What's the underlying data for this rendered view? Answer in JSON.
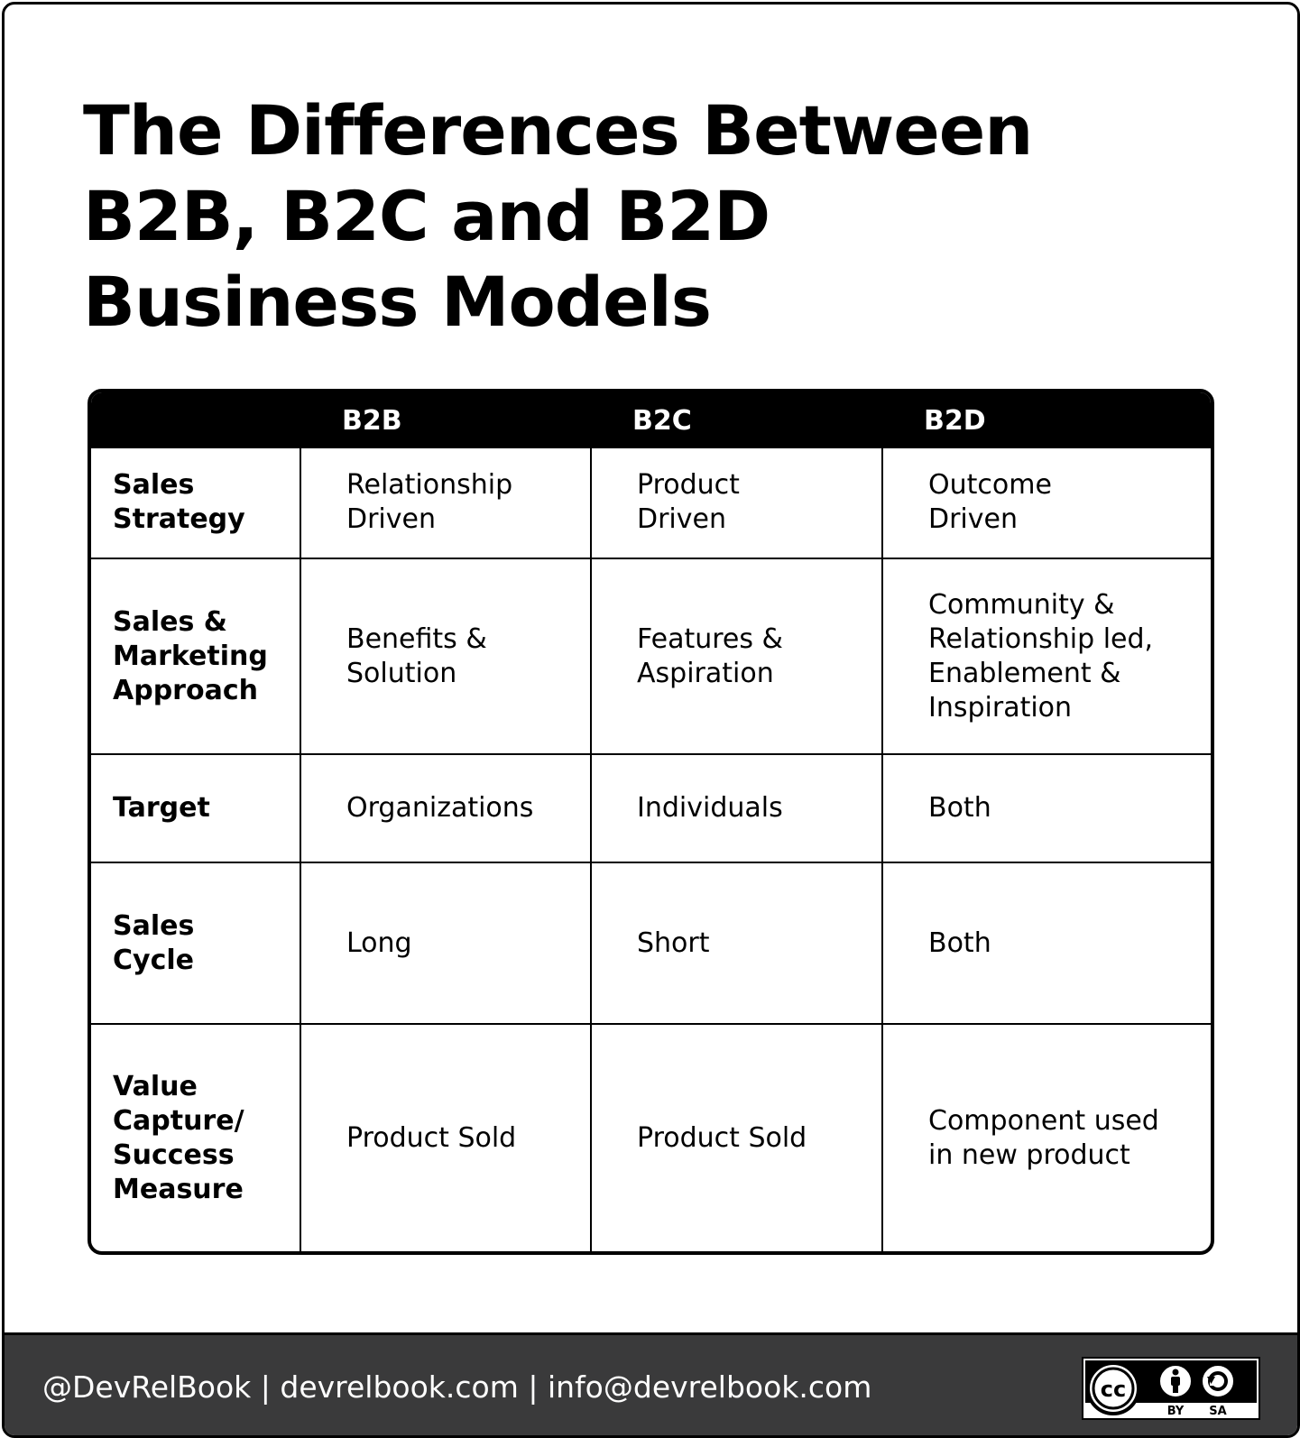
{
  "title": {
    "line1": "The Differences Between",
    "line2": "B2B, B2C and B2D",
    "line3": "Business Models"
  },
  "table": {
    "headers": [
      "",
      "B2B",
      "B2C",
      "B2D"
    ],
    "rows": [
      {
        "label": "Sales\nStrategy",
        "b2b": "Relationship\nDriven",
        "b2c": "Product\nDriven",
        "b2d": "Outcome\nDriven"
      },
      {
        "label": "Sales &\nMarketing\nApproach",
        "b2b": "Benefits &\nSolution",
        "b2c": "Features &\nAspiration",
        "b2d": "Community &\nRelationship led,\nEnablement &\nInspiration"
      },
      {
        "label": "Target",
        "b2b": "Organizations",
        "b2c": "Individuals",
        "b2d": "Both"
      },
      {
        "label": "Sales\nCycle",
        "b2b": "Long",
        "b2c": "Short",
        "b2d": "Both"
      },
      {
        "label": "Value\nCapture/\nSuccess\nMeasure",
        "b2b": "Product Sold",
        "b2c": "Product Sold",
        "b2d": "Component used\nin new product"
      }
    ]
  },
  "footer": {
    "text": "@DevRelBook  |  devrelbook.com  |  info@devrelbook.com",
    "license": {
      "cc": "cc",
      "by": "BY",
      "sa": "SA",
      "icons": [
        "cc-icon",
        "attribution-person-icon",
        "share-alike-icon"
      ]
    }
  },
  "colors": {
    "header_bg": "#000000",
    "footer_bg": "#3a3a3b",
    "text": "#000000"
  }
}
